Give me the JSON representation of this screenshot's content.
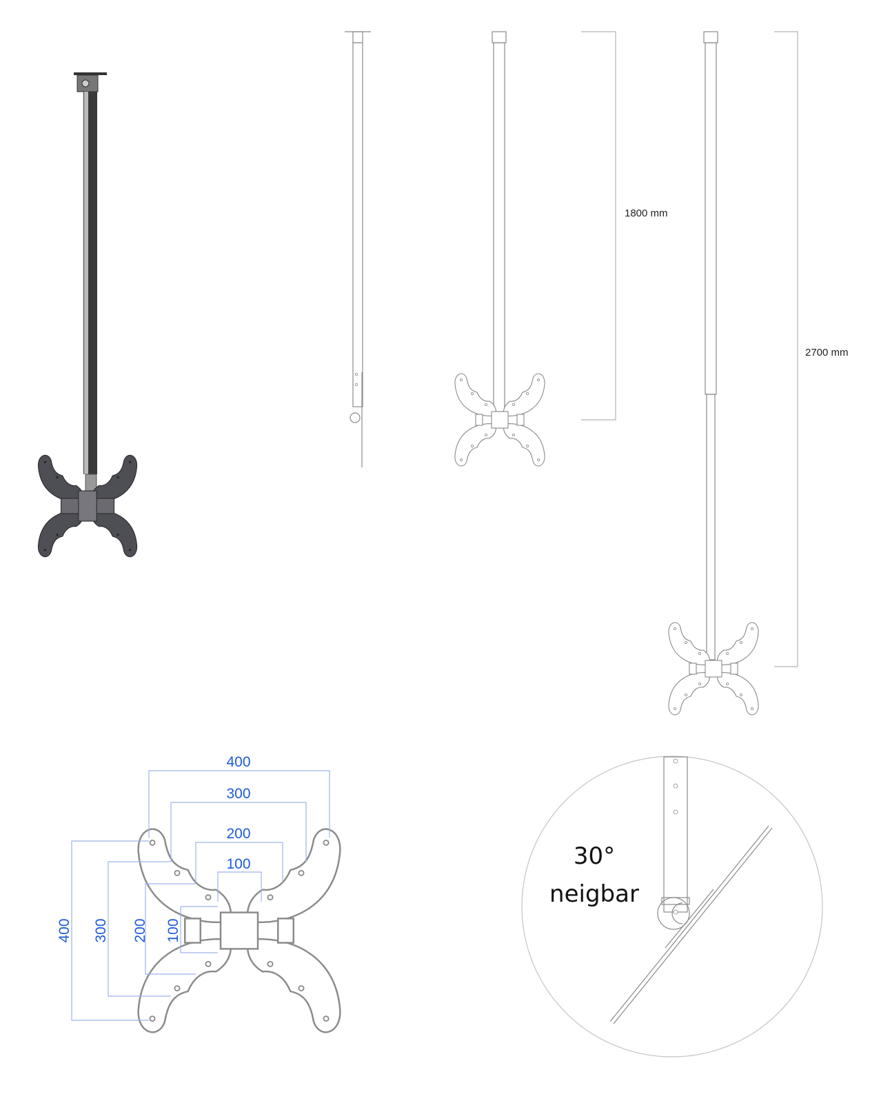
{
  "dimensions": {
    "height_short": "1800 mm",
    "height_long": "2700 mm"
  },
  "vesa": {
    "horizontal": [
      "400",
      "300",
      "200",
      "100"
    ],
    "vertical": [
      "400",
      "300",
      "200",
      "100"
    ]
  },
  "tilt": {
    "angle": "30°",
    "label": "neigbar"
  },
  "colors": {
    "dimension_blue": "#1d5ad8",
    "mount_dark": "#4e4e55"
  }
}
